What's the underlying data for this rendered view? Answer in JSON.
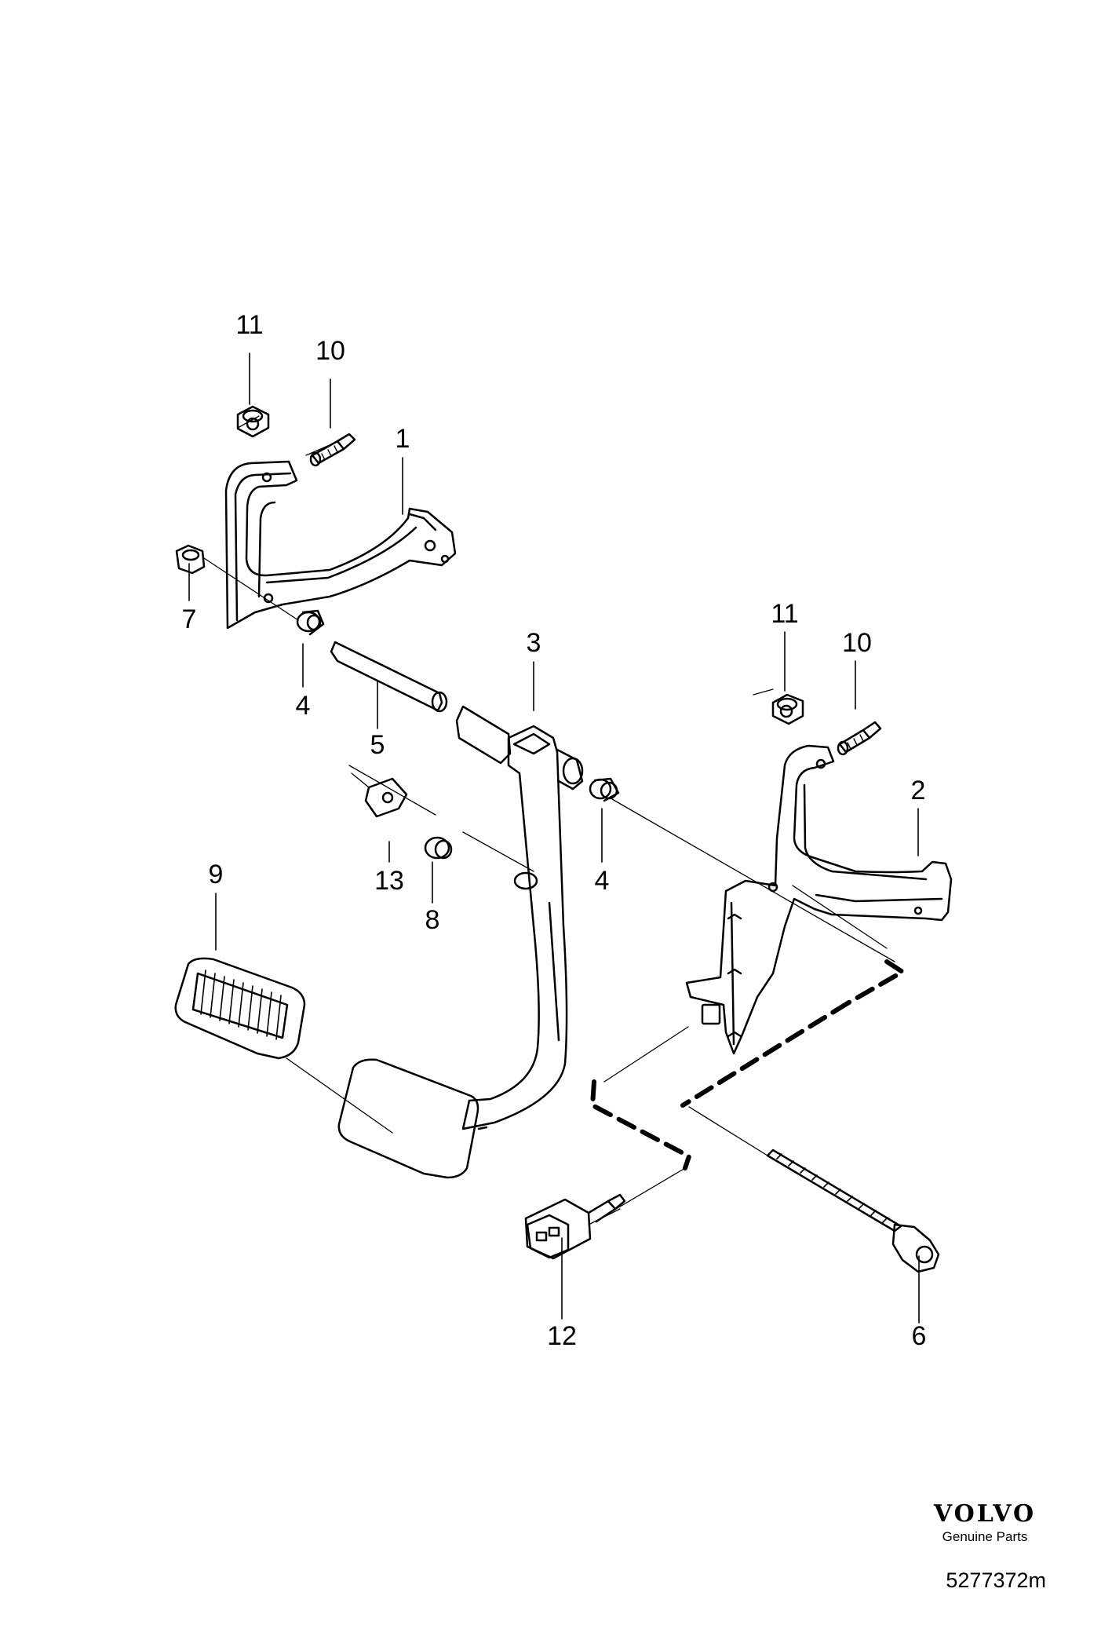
{
  "diagram": {
    "callouts": [
      {
        "id": "c11a",
        "label": "11"
      },
      {
        "id": "c10a",
        "label": "10"
      },
      {
        "id": "c1",
        "label": "1"
      },
      {
        "id": "c7",
        "label": "7"
      },
      {
        "id": "c4a",
        "label": "4"
      },
      {
        "id": "c5",
        "label": "5"
      },
      {
        "id": "c3",
        "label": "3"
      },
      {
        "id": "c11b",
        "label": "11"
      },
      {
        "id": "c10b",
        "label": "10"
      },
      {
        "id": "c2",
        "label": "2"
      },
      {
        "id": "c13",
        "label": "13"
      },
      {
        "id": "c8",
        "label": "8"
      },
      {
        "id": "c4b",
        "label": "4"
      },
      {
        "id": "c9",
        "label": "9"
      },
      {
        "id": "c12",
        "label": "12"
      },
      {
        "id": "c6",
        "label": "6"
      }
    ]
  },
  "branding": {
    "logo": "VOLVO",
    "subtitle": "Genuine Parts",
    "drawing_code": "5277372m"
  }
}
